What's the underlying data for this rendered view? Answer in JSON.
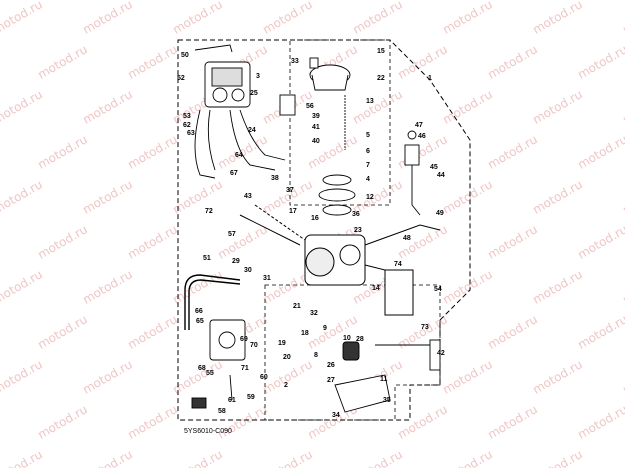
{
  "diagram": {
    "code": "5YS6010-C090",
    "watermark": "motod.ru",
    "callouts": [
      "1",
      "2",
      "3",
      "4",
      "5",
      "6",
      "7",
      "8",
      "9",
      "10",
      "11",
      "12",
      "13",
      "14",
      "15",
      "16",
      "17",
      "18",
      "19",
      "20",
      "21",
      "22",
      "23",
      "24",
      "25",
      "26",
      "27",
      "28",
      "29",
      "30",
      "31",
      "32",
      "33",
      "34",
      "35",
      "36",
      "37",
      "38",
      "39",
      "40",
      "41",
      "42",
      "43",
      "44",
      "45",
      "46",
      "47",
      "48",
      "49",
      "50",
      "51",
      "52",
      "53",
      "54",
      "55",
      "56",
      "57",
      "58",
      "59",
      "60",
      "61",
      "62",
      "63",
      "64",
      "65",
      "66",
      "67",
      "68",
      "69",
      "70",
      "71",
      "72",
      "73",
      "74"
    ]
  }
}
